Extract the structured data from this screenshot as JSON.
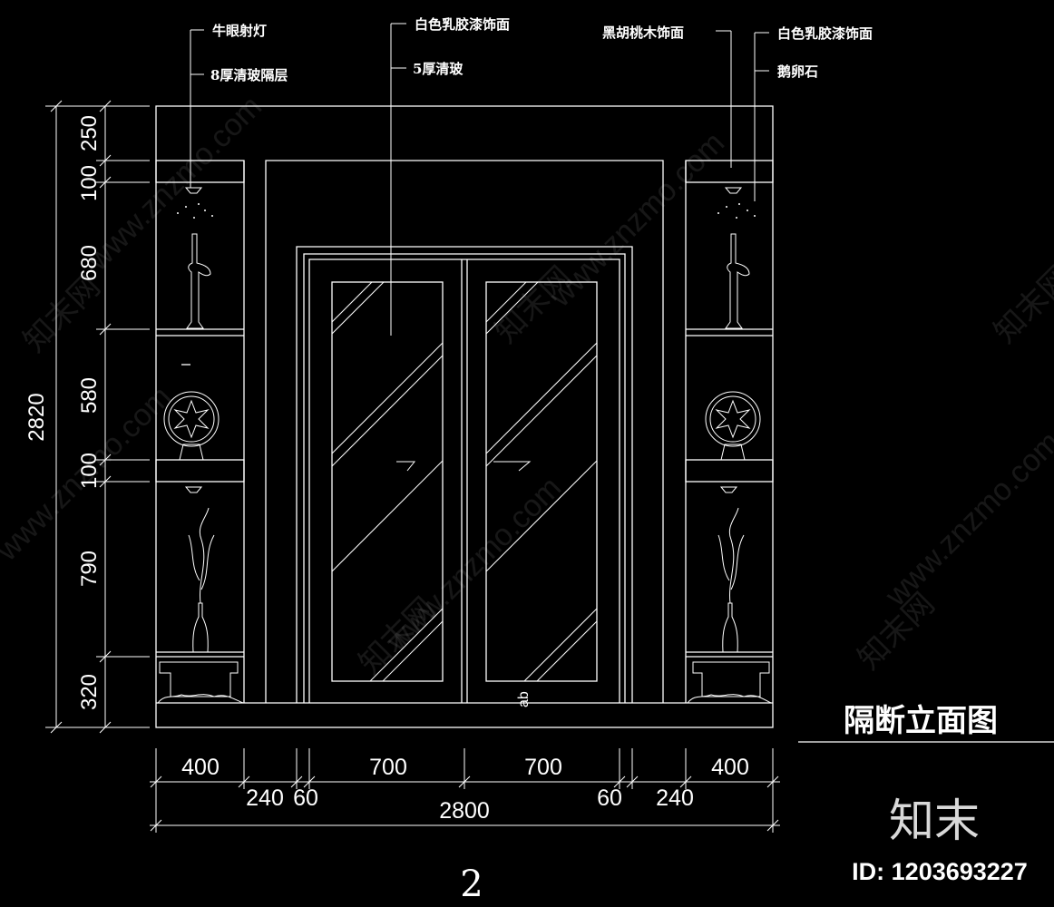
{
  "annotations": {
    "spotlight": "牛眼射灯",
    "glass_shelf": "8厚清玻隔层",
    "latex_paint_center": "白色乳胶漆饰面",
    "clear_glass": "5厚清玻",
    "walnut_veneer": "黑胡桃木饰面",
    "latex_paint_right": "白色乳胶漆饰面",
    "pebbles": "鹅卵石"
  },
  "dimensions": {
    "vertical": {
      "total": "2820",
      "segments": [
        "250",
        "100",
        "680",
        "580",
        "100",
        "790",
        "320"
      ]
    },
    "horizontal": {
      "row1": [
        "400",
        "700",
        "700",
        "400"
      ],
      "row2": [
        "240",
        "60",
        "60",
        "240"
      ],
      "total": "2800"
    }
  },
  "door_mark": "ab",
  "title": "隔断立面图",
  "sheet_number": "2",
  "watermark": {
    "brand": "知末网",
    "site": "www.znzmo.com"
  },
  "logo_text": "知末",
  "id_label": "ID: 1203693227",
  "colors": {
    "background": "#000000",
    "line": "#ffffff"
  }
}
